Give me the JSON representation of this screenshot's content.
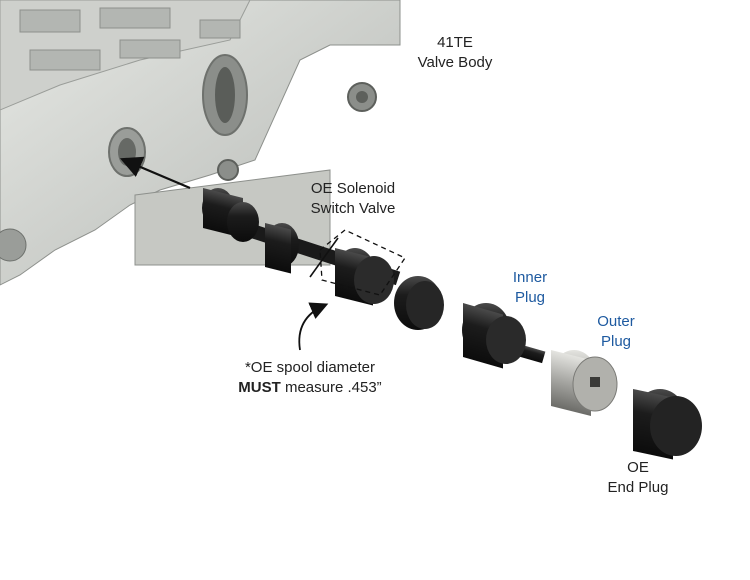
{
  "labels": {
    "valve_body": {
      "line1": "41TE",
      "line2": "Valve Body"
    },
    "solenoid_valve": {
      "line1": "OE Solenoid",
      "line2": "Switch Valve"
    },
    "inner_plug": {
      "line1": "Inner",
      "line2": "Plug"
    },
    "outer_plug": {
      "line1": "Outer",
      "line2": "Plug"
    },
    "end_plug": {
      "line1": "OE",
      "line2": "End Plug"
    },
    "spool_note": {
      "line1": "*OE spool diameter",
      "line2_bold": "MUST",
      "line2_rest": " measure .453”"
    }
  },
  "colors": {
    "label_text": "#222222",
    "highlight_label": "#1e5aa0",
    "casting_light": "#d9dbd8",
    "casting_dark": "#a9aca8",
    "part_black": "#1a1a1a",
    "part_silver": "#b8b8b4"
  }
}
